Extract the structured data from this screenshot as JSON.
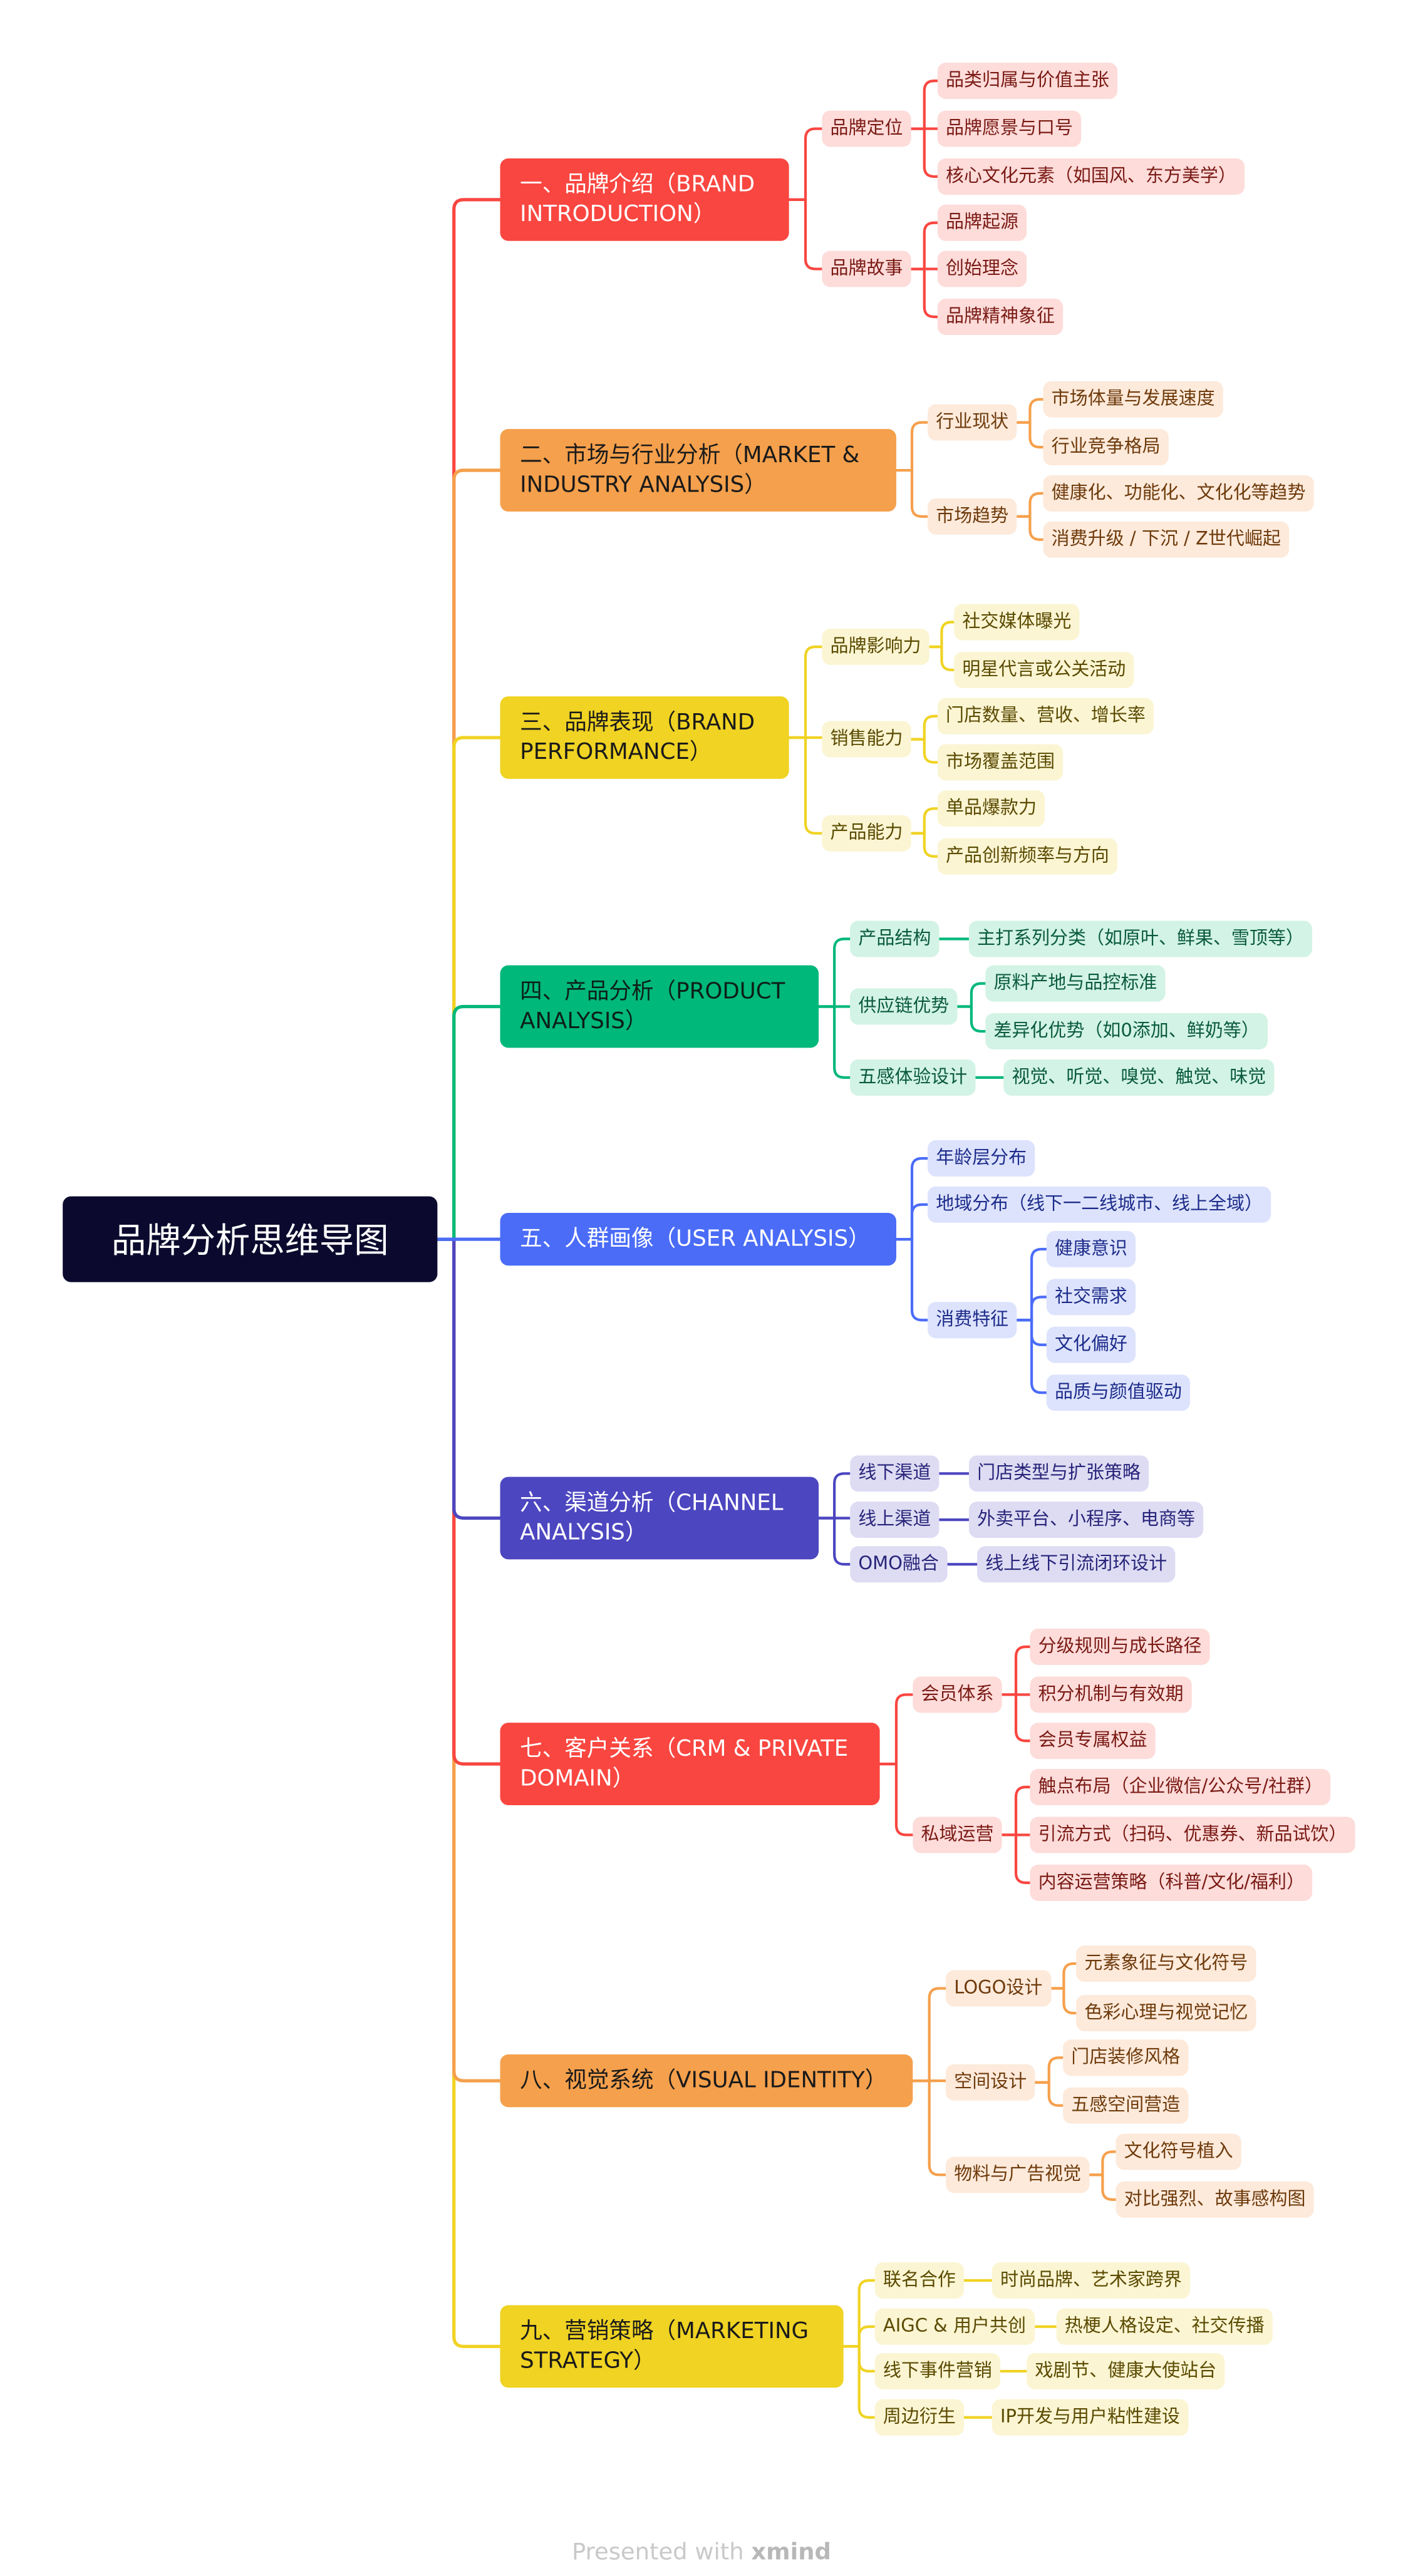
{
  "root": {
    "title": "品牌分析思维导图"
  },
  "branches": [
    {
      "title": "一、品牌介绍（BRAND INTRODUCTION）",
      "color": "#f94640",
      "text": "#ffffff",
      "leaf_bg": "#fddcda",
      "leaf_text": "#7a1a14",
      "children": [
        {
          "label": "品牌定位",
          "children": [
            {
              "label": "品类归属与价值主张"
            },
            {
              "label": "品牌愿景与口号"
            },
            {
              "label": "核心文化元素（如国风、东方美学）"
            }
          ]
        },
        {
          "label": "品牌故事",
          "children": [
            {
              "label": "品牌起源"
            },
            {
              "label": "创始理念"
            },
            {
              "label": "品牌精神象征"
            }
          ]
        }
      ]
    },
    {
      "title": "二、市场与行业分析（MARKET & INDUSTRY ANALYSIS）",
      "color": "#f5a04c",
      "text": "#1a1a1a",
      "leaf_bg": "#fdeadb",
      "leaf_text": "#6e3a0b",
      "children": [
        {
          "label": "行业现状",
          "children": [
            {
              "label": "市场体量与发展速度"
            },
            {
              "label": "行业竞争格局"
            }
          ]
        },
        {
          "label": "市场趋势",
          "children": [
            {
              "label": "健康化、功能化、文化化等趋势"
            },
            {
              "label": "消费升级 / 下沉 / Z世代崛起"
            }
          ]
        }
      ]
    },
    {
      "title": "三、品牌表现（BRAND PERFORMANCE）",
      "color": "#f0d323",
      "text": "#1a1a1a",
      "leaf_bg": "#fbf5d3",
      "leaf_text": "#5a4a00",
      "children": [
        {
          "label": "品牌影响力",
          "children": [
            {
              "label": "社交媒体曝光"
            },
            {
              "label": "明星代言或公关活动"
            }
          ]
        },
        {
          "label": "销售能力",
          "children": [
            {
              "label": "门店数量、营收、增长率"
            },
            {
              "label": "市场覆盖范围"
            }
          ]
        },
        {
          "label": "产品能力",
          "children": [
            {
              "label": "单品爆款力"
            },
            {
              "label": "产品创新频率与方向"
            }
          ]
        }
      ]
    },
    {
      "title": "四、产品分析（PRODUCT ANALYSIS）",
      "color": "#00b87a",
      "text": "#0d1f17",
      "leaf_bg": "#d2f3e5",
      "leaf_text": "#0a5a3e",
      "children": [
        {
          "label": "产品结构",
          "children": [
            {
              "label": "主打系列分类（如原叶、鲜果、雪顶等）"
            }
          ]
        },
        {
          "label": "供应链优势",
          "children": [
            {
              "label": "原料产地与品控标准"
            },
            {
              "label": "差异化优势（如0添加、鲜奶等）"
            }
          ]
        },
        {
          "label": "五感体验设计",
          "children": [
            {
              "label": "视觉、听觉、嗅觉、触觉、味觉"
            }
          ]
        }
      ]
    },
    {
      "title": "五、人群画像（USER ANALYSIS）",
      "color": "#4a6cf7",
      "text": "#ffffff",
      "leaf_bg": "#dde3fd",
      "leaf_text": "#1d2c8a",
      "children": [
        {
          "label": "年龄层分布",
          "children": []
        },
        {
          "label": "地域分布（线下一二线城市、线上全域）",
          "children": []
        },
        {
          "label": "消费特征",
          "children": [
            {
              "label": "健康意识"
            },
            {
              "label": "社交需求"
            },
            {
              "label": "文化偏好"
            },
            {
              "label": "品质与颜值驱动"
            }
          ]
        }
      ]
    },
    {
      "title": "六、渠道分析（CHANNEL ANALYSIS）",
      "color": "#4c46c0",
      "text": "#ffffff",
      "leaf_bg": "#dedcf3",
      "leaf_text": "#27247a",
      "children": [
        {
          "label": "线下渠道",
          "children": [
            {
              "label": "门店类型与扩张策略"
            }
          ]
        },
        {
          "label": "线上渠道",
          "children": [
            {
              "label": "外卖平台、小程序、电商等"
            }
          ]
        },
        {
          "label": "OMO融合",
          "children": [
            {
              "label": "线上线下引流闭环设计"
            }
          ]
        }
      ]
    },
    {
      "title": "七、客户关系（CRM & PRIVATE DOMAIN）",
      "color": "#f94640",
      "text": "#ffffff",
      "leaf_bg": "#fddcda",
      "leaf_text": "#7a1a14",
      "children": [
        {
          "label": "会员体系",
          "children": [
            {
              "label": "分级规则与成长路径"
            },
            {
              "label": "积分机制与有效期"
            },
            {
              "label": "会员专属权益"
            }
          ]
        },
        {
          "label": "私域运营",
          "children": [
            {
              "label": "触点布局（企业微信/公众号/社群）"
            },
            {
              "label": "引流方式（扫码、优惠券、新品试饮）"
            },
            {
              "label": "内容运营策略（科普/文化/福利）"
            }
          ]
        }
      ]
    },
    {
      "title": "八、视觉系统（VISUAL IDENTITY）",
      "color": "#f5a04c",
      "text": "#1a1a1a",
      "leaf_bg": "#fdeadb",
      "leaf_text": "#6e3a0b",
      "children": [
        {
          "label": "LOGO设计",
          "children": [
            {
              "label": "元素象征与文化符号"
            },
            {
              "label": "色彩心理与视觉记忆"
            }
          ]
        },
        {
          "label": "空间设计",
          "children": [
            {
              "label": "门店装修风格"
            },
            {
              "label": "五感空间营造"
            }
          ]
        },
        {
          "label": "物料与广告视觉",
          "children": [
            {
              "label": "文化符号植入"
            },
            {
              "label": "对比强烈、故事感构图"
            }
          ]
        }
      ]
    },
    {
      "title": "九、营销策略（MARKETING STRATEGY）",
      "color": "#f0d323",
      "text": "#1a1a1a",
      "leaf_bg": "#fbf5d3",
      "leaf_text": "#5a4a00",
      "children": [
        {
          "label": "联名合作",
          "children": [
            {
              "label": "时尚品牌、艺术家跨界"
            }
          ]
        },
        {
          "label": "AIGC & 用户共创",
          "children": [
            {
              "label": "热梗人格设定、社交传播"
            }
          ]
        },
        {
          "label": "线下事件营销",
          "children": [
            {
              "label": "戏剧节、健康大使站台"
            }
          ]
        },
        {
          "label": "周边衍生",
          "children": [
            {
              "label": "IP开发与用户粘性建设"
            }
          ]
        }
      ]
    }
  ],
  "footer": {
    "prefix": "Presented with ",
    "brand": "xmind"
  }
}
